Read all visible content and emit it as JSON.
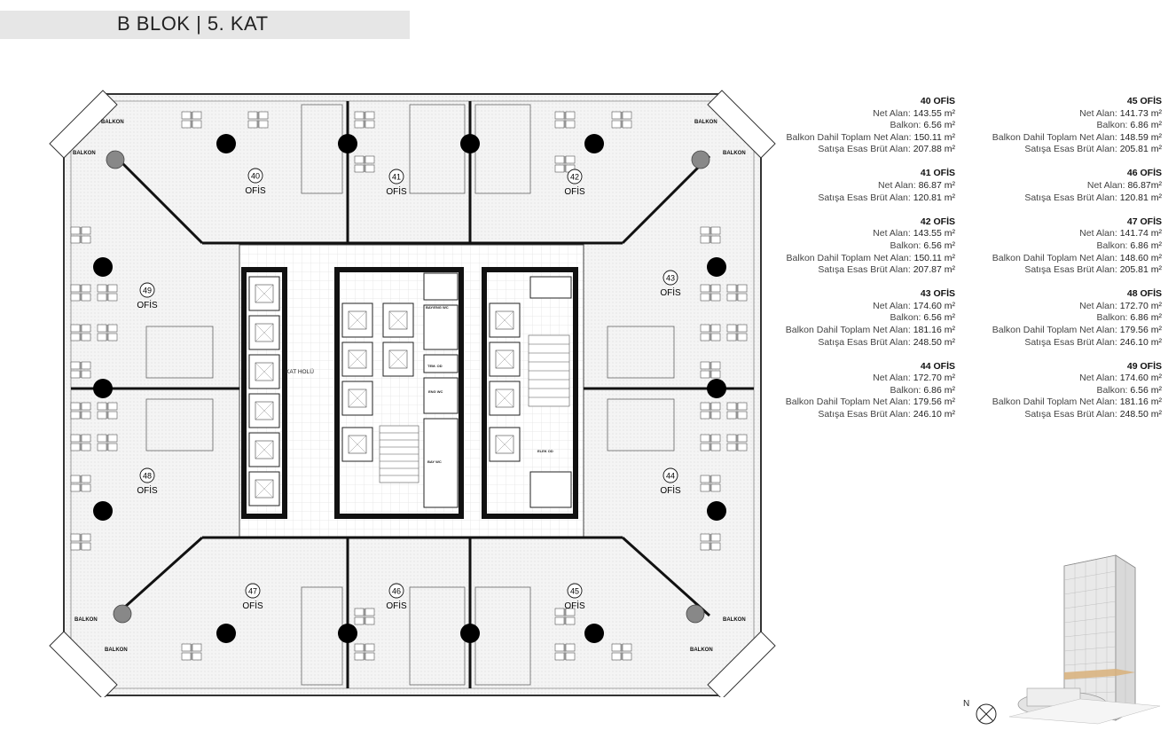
{
  "header": {
    "title": "B BLOK  |  5. KAT"
  },
  "plan": {
    "core_label": "KAT HOLÜ",
    "small_labels": [
      "BAY/ENG WC",
      "TEM. OD",
      "ENG WC",
      "BAY WC",
      "ELEK OD"
    ],
    "balcony_label": "BALKON",
    "offices": [
      {
        "number": "40",
        "label": "OFİS"
      },
      {
        "number": "41",
        "label": "OFİS"
      },
      {
        "number": "42",
        "label": "OFİS"
      },
      {
        "number": "43",
        "label": "OFİS"
      },
      {
        "number": "44",
        "label": "OFİS"
      },
      {
        "number": "45",
        "label": "OFİS"
      },
      {
        "number": "46",
        "label": "OFİS"
      },
      {
        "number": "47",
        "label": "OFİS"
      },
      {
        "number": "48",
        "label": "OFİS"
      },
      {
        "number": "49",
        "label": "OFİS"
      }
    ]
  },
  "legend": {
    "column1": [
      {
        "name": "40 OFİS",
        "rows": [
          {
            "label": "Net Alan:",
            "value": "143.55 m²"
          },
          {
            "label": "Balkon:",
            "value": "6.56 m²"
          },
          {
            "label": "Balkon Dahil Toplam Net Alan:",
            "value": "150.11 m²"
          },
          {
            "label": "Satışa Esas Brüt Alan:",
            "value": "207.88 m²"
          }
        ]
      },
      {
        "name": "41 OFİS",
        "rows": [
          {
            "label": "Net Alan:",
            "value": "86.87 m²"
          },
          {
            "label": "Satışa Esas Brüt Alan:",
            "value": "120.81 m²"
          }
        ]
      },
      {
        "name": "42 OFİS",
        "rows": [
          {
            "label": "Net Alan:",
            "value": "143.55 m²"
          },
          {
            "label": "Balkon:",
            "value": "6.56 m²"
          },
          {
            "label": "Balkon Dahil Toplam Net Alan:",
            "value": "150.11 m²"
          },
          {
            "label": "Satışa Esas Brüt Alan:",
            "value": "207.87 m²"
          }
        ]
      },
      {
        "name": "43 OFİS",
        "rows": [
          {
            "label": "Net Alan:",
            "value": "174.60 m²"
          },
          {
            "label": "Balkon:",
            "value": "6.56 m²"
          },
          {
            "label": "Balkon Dahil Toplam Net Alan:",
            "value": "181.16 m²"
          },
          {
            "label": "Satışa Esas Brüt Alan:",
            "value": "248.50 m²"
          }
        ]
      },
      {
        "name": "44 OFİS",
        "rows": [
          {
            "label": "Net Alan:",
            "value": "172.70 m²"
          },
          {
            "label": "Balkon:",
            "value": "6.86 m²"
          },
          {
            "label": "Balkon Dahil Toplam Net Alan:",
            "value": "179.56 m²"
          },
          {
            "label": "Satışa Esas Brüt Alan:",
            "value": "246.10 m²"
          }
        ]
      }
    ],
    "column2": [
      {
        "name": "45 OFİS",
        "rows": [
          {
            "label": "Net Alan:",
            "value": "141.73 m²"
          },
          {
            "label": "Balkon:",
            "value": "6.86 m²"
          },
          {
            "label": "Balkon Dahil Toplam Net Alan:",
            "value": "148.59 m²"
          },
          {
            "label": "Satışa Esas Brüt Alan:",
            "value": "205.81 m²"
          }
        ]
      },
      {
        "name": "46 OFİS",
        "rows": [
          {
            "label": "Net Alan:",
            "value": "86.87m²"
          },
          {
            "label": "Satışa Esas Brüt Alan:",
            "value": "120.81 m²"
          }
        ]
      },
      {
        "name": "47 OFİS",
        "rows": [
          {
            "label": "Net Alan:",
            "value": "141.74 m²"
          },
          {
            "label": "Balkon:",
            "value": "6.86 m²"
          },
          {
            "label": "Balkon Dahil Toplam Net Alan:",
            "value": "148.60 m²"
          },
          {
            "label": "Satışa Esas Brüt Alan:",
            "value": "205.81 m²"
          }
        ]
      },
      {
        "name": "48 OFİS",
        "rows": [
          {
            "label": "Net Alan:",
            "value": "172.70 m²"
          },
          {
            "label": "Balkon:",
            "value": "6.86 m²"
          },
          {
            "label": "Balkon Dahil Toplam Net Alan:",
            "value": "179.56 m²"
          },
          {
            "label": "Satışa Esas Brüt Alan:",
            "value": "246.10 m²"
          }
        ]
      },
      {
        "name": "49 OFİS",
        "rows": [
          {
            "label": "Net Alan:",
            "value": "174.60 m²"
          },
          {
            "label": "Balkon:",
            "value": "6.56 m²"
          },
          {
            "label": "Balkon Dahil Toplam Net Alan:",
            "value": "181.16 m²"
          },
          {
            "label": "Satışa Esas Brüt Alan:",
            "value": "248.50 m²"
          }
        ]
      }
    ]
  },
  "compass": {
    "label": "N"
  }
}
